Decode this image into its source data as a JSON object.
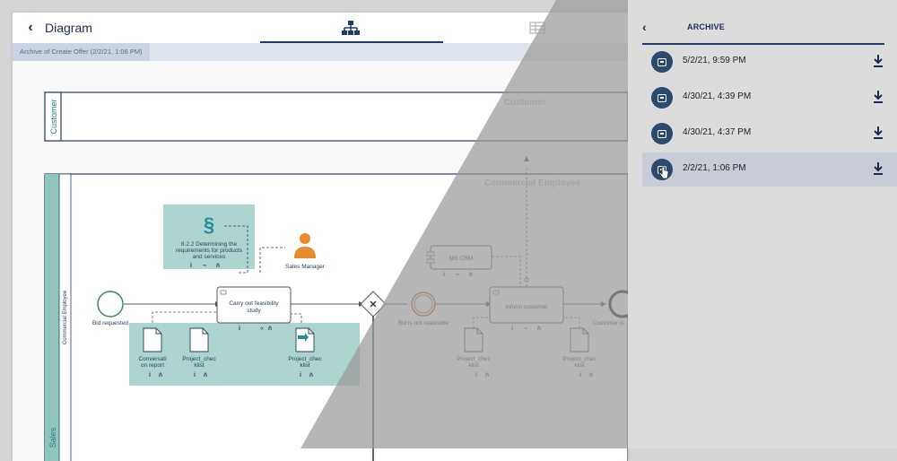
{
  "diagram": {
    "title": "Diagram",
    "archive_label": "Archive of Create Offer (2/2/21, 1:06 PM)",
    "lanes": {
      "customer": "Customer",
      "customer_label": "Customer",
      "commercial_employee": "Commercial Employee",
      "commercial_employee_label": "Commercial Employee",
      "commercial_employee_vertical": "Commercial Employee",
      "sales": "Sales"
    },
    "elements": {
      "bid_requested": "Bid requested",
      "carry_out_l1": "Carry out feasibility",
      "carry_out_l2": "study",
      "requirement_l1": "8.2.2 Determining the",
      "requirement_l2": "requirements for products",
      "requirement_l3": "and services",
      "sales_manager": "Sales Manager",
      "ms_crm": "MS CRM",
      "bid_not_realizable": "Bid is not realizable",
      "inform_customer": "Inform customer",
      "customer_end": "Customer is",
      "doc1_l1": "Conversati",
      "doc1_l2": "on report",
      "doc2_l1": "Project_chec",
      "doc2_l2": "klist",
      "doc3_l1": "Project_chec",
      "doc3_l2": "klist",
      "doc4_l1": "Project_chec",
      "doc4_l2": "klist",
      "doc5_l1": "Project_chec",
      "doc5_l2": "klist"
    }
  },
  "archive": {
    "title": "ARCHIVE",
    "items": [
      {
        "date": "5/2/21, 9:59 PM"
      },
      {
        "date": "4/30/21, 4:39 PM"
      },
      {
        "date": "4/30/21, 4:37 PM"
      },
      {
        "date": "2/2/21, 1:06 PM"
      }
    ]
  },
  "colors": {
    "navy": "#1d3a6b",
    "teal": "#8fc7be",
    "lane_teal": "#2a7a83",
    "orange": "#e88a2d"
  }
}
